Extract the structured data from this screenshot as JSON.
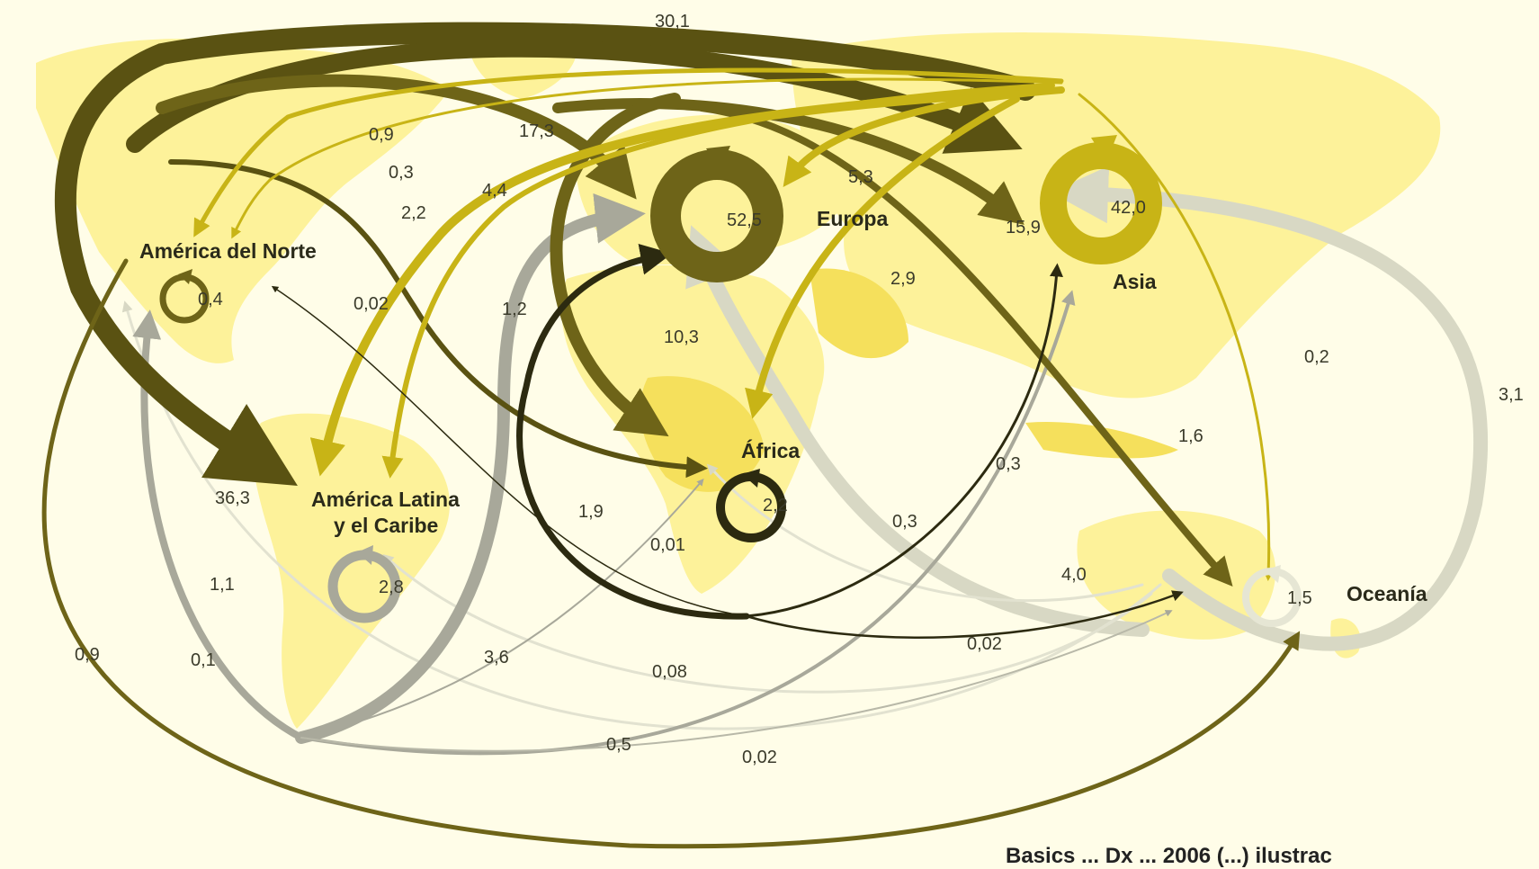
{
  "map": {
    "regions": [
      {
        "id": "america-del-norte",
        "name": "América del Norte",
        "internal_flow": "0,4"
      },
      {
        "id": "america-latina",
        "name_line1": "América Latina",
        "name_line2": "y el Caribe",
        "internal_flow": "2,8"
      },
      {
        "id": "europa",
        "name": "Europa",
        "internal_flow": "52,5"
      },
      {
        "id": "africa",
        "name": "África",
        "internal_flow": "2,2"
      },
      {
        "id": "asia",
        "name": "Asia",
        "internal_flow": "42,0"
      },
      {
        "id": "oceania",
        "name": "Oceanía",
        "internal_flow": "1,5"
      }
    ],
    "flow_values": [
      "30,1",
      "17,3",
      "0,9",
      "0,3",
      "2,2",
      "4,4",
      "5,3",
      "15,9",
      "2,9",
      "0,02",
      "1,2",
      "10,3",
      "0,2",
      "3,1",
      "1,6",
      "36,3",
      "1,9",
      "0,01",
      "0,3",
      "0,3",
      "4,0",
      "1,1",
      "0,9",
      "0,1",
      "3,6",
      "0,08",
      "0,02",
      "0,5",
      "0,02"
    ],
    "colors": {
      "background": "#fffde8",
      "land": "#fdf29a",
      "land_dark": "#f5e05c",
      "flow_olive": "#6e6418",
      "flow_dark_olive": "#5a5212",
      "flow_gold": "#c8b416",
      "flow_black": "#2c2a10",
      "flow_grey": "#a8a89a",
      "flow_light": "#d8d8c4"
    }
  },
  "footer": {
    "text": "Basics ... Dx ... 2006 (...) ilustrac"
  }
}
